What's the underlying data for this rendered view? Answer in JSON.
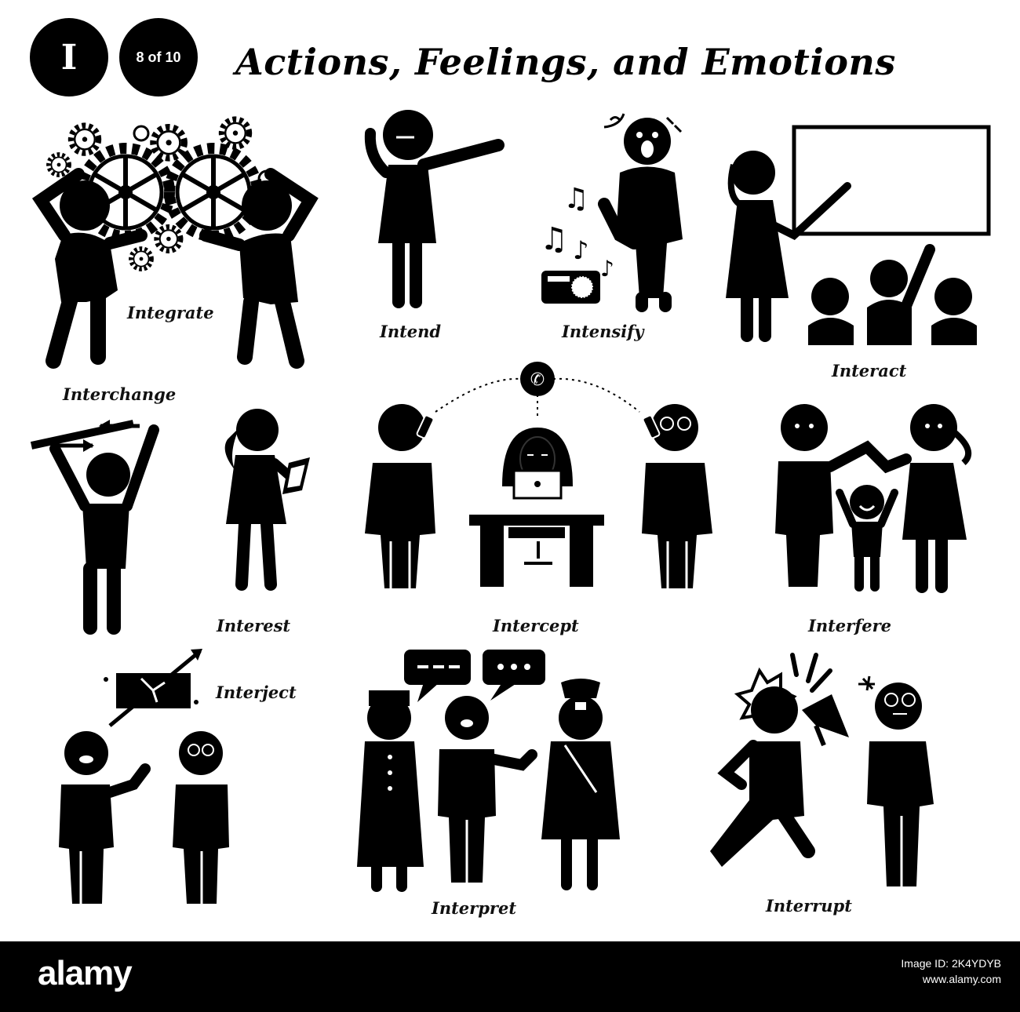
{
  "header": {
    "letter": "I",
    "page_indicator": "8 of 10",
    "title": "Actions, Feelings, and Emotions"
  },
  "labels": {
    "integrate": "Integrate",
    "intend": "Intend",
    "intensify": "Intensify",
    "interact": "Interact",
    "interchange": "Interchange",
    "interest": "Interest",
    "intercept": "Intercept",
    "interfere": "Interfere",
    "interject": "Interject",
    "interpret": "Interpret",
    "interrupt": "Interrupt"
  },
  "footer": {
    "brand": "alamy",
    "image_id_line1": "Image ID: 2K4YDYB",
    "image_id_line2": "www.alamy.com"
  },
  "colors": {
    "ink": "#000000",
    "background": "#ffffff"
  }
}
